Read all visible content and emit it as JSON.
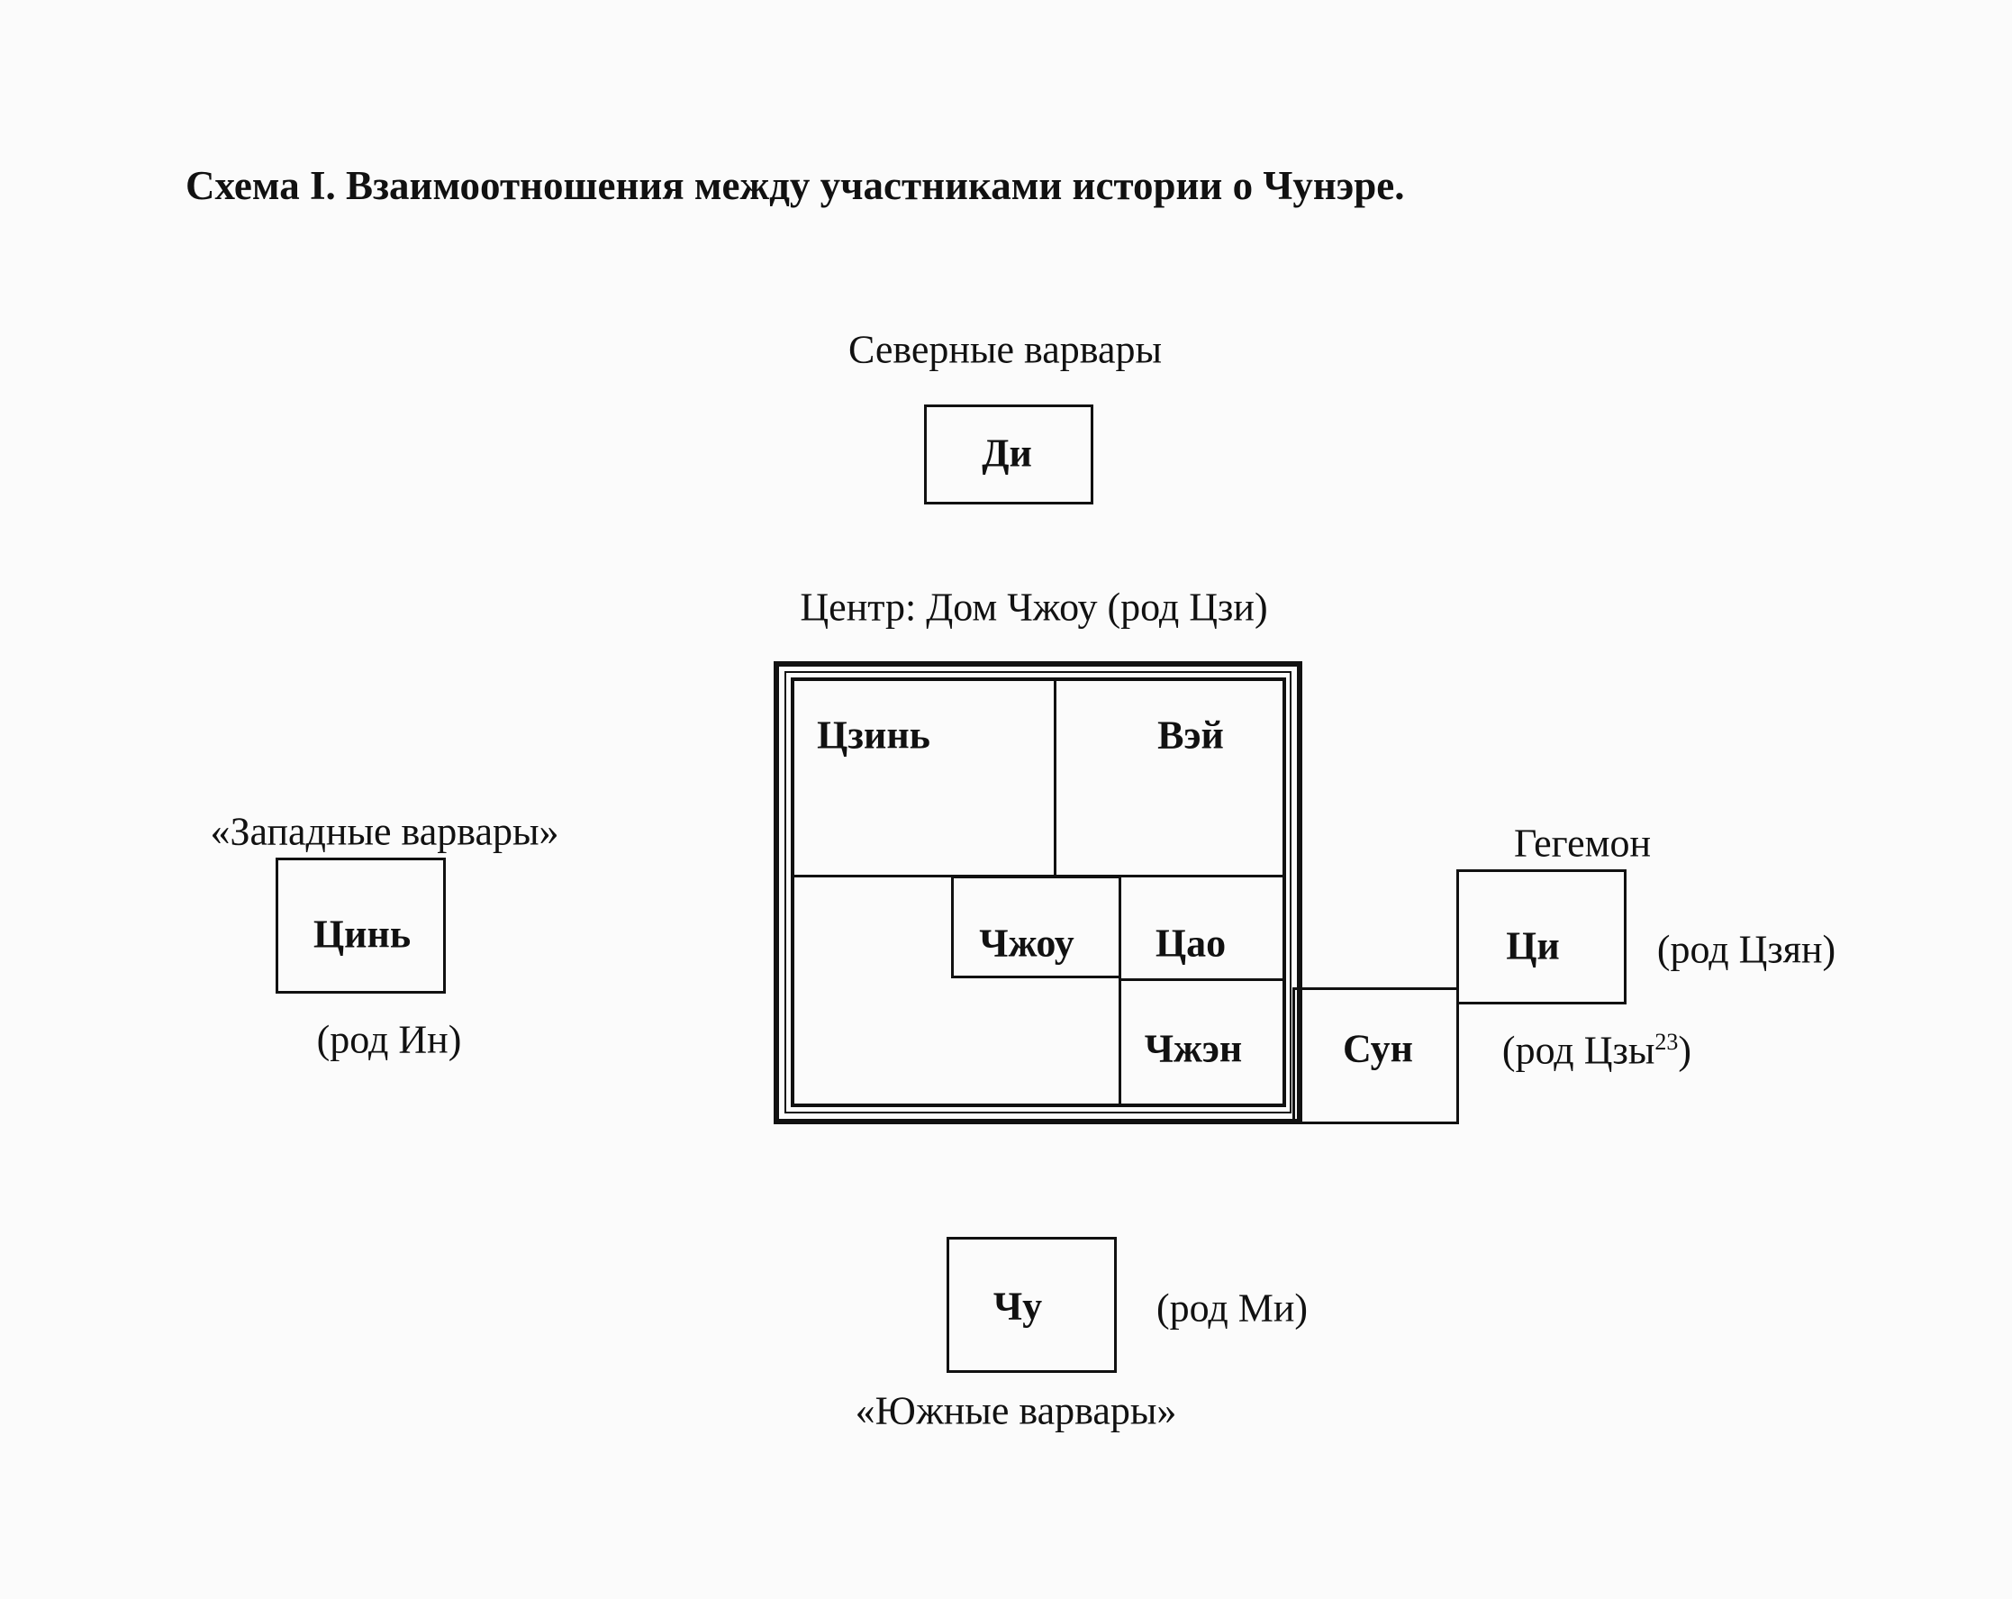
{
  "title": "Схема I. Взаимоотношения между участниками истории о Чунэре.",
  "north": {
    "caption": "Северные варвары",
    "box": "Ди"
  },
  "center": {
    "caption": "Центр: Дом Чжоу (род Цзи)",
    "cells": {
      "jin": "Цзинь",
      "wei": "Вэй",
      "zhou": "Чжоу",
      "cao": "Цао",
      "zheng": "Чжэн"
    }
  },
  "west": {
    "caption": "«Западные варвары»",
    "box": "Цинь",
    "clan": "(род Ин)"
  },
  "east": {
    "hegemon_caption": "Гегемон",
    "qi": {
      "box": "Ци",
      "clan": "(род Цзян)"
    },
    "song": {
      "box": "Сун",
      "clan_prefix": "(род Цзы",
      "footnote": "23",
      "clan_suffix": ")"
    }
  },
  "south": {
    "box": "Чу",
    "clan": "(род Ми)",
    "caption": "«Южные варвары»"
  }
}
